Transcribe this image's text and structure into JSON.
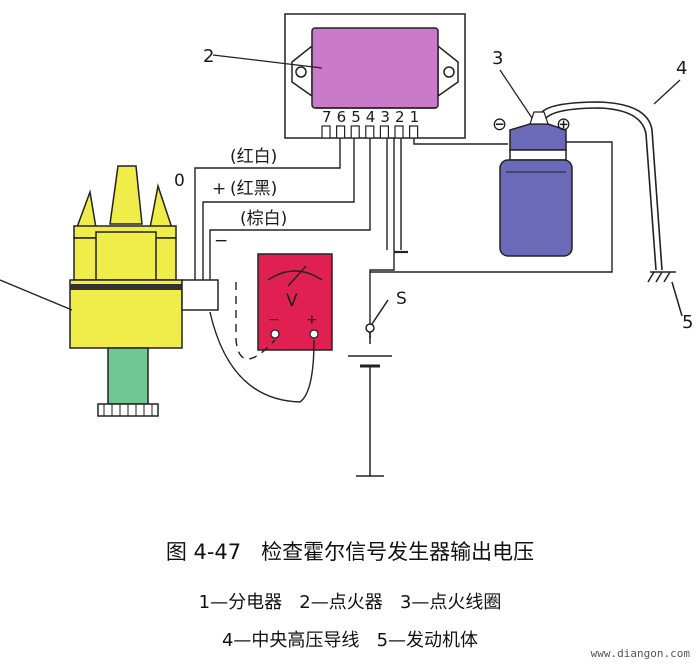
{
  "figure": {
    "title": "图 4-47   检查霍尔信号发生器输出电压",
    "legend_line1": "1—分电器   2—点火器   3—点火线圈",
    "legend_line2": "4—中央高压导线   5—发动机体"
  },
  "callouts": {
    "n2": "2",
    "n3": "3",
    "n4": "4",
    "n5": "5"
  },
  "igniter_pins": [
    "7",
    "6",
    "5",
    "4",
    "3",
    "2",
    "1"
  ],
  "wires": {
    "red_white": "(红白)",
    "red_black": "(红黑)",
    "brown_white": "(棕白)",
    "zero": "0",
    "plus": "+",
    "minus": "−"
  },
  "voltmeter": {
    "symbol": "V",
    "minus": "−",
    "plus": "+"
  },
  "switch": {
    "label": "S"
  },
  "coil": {
    "minus": "⊖",
    "plus": "⊕"
  },
  "watermark": "www.diangon.com",
  "colors": {
    "distributor": "#f0ec4a",
    "distributor_base": "#6fc894",
    "igniter_body": "#c97ac8",
    "coil_body": "#6a6ab8",
    "voltmeter": "#e02050",
    "wire": "#222222"
  }
}
